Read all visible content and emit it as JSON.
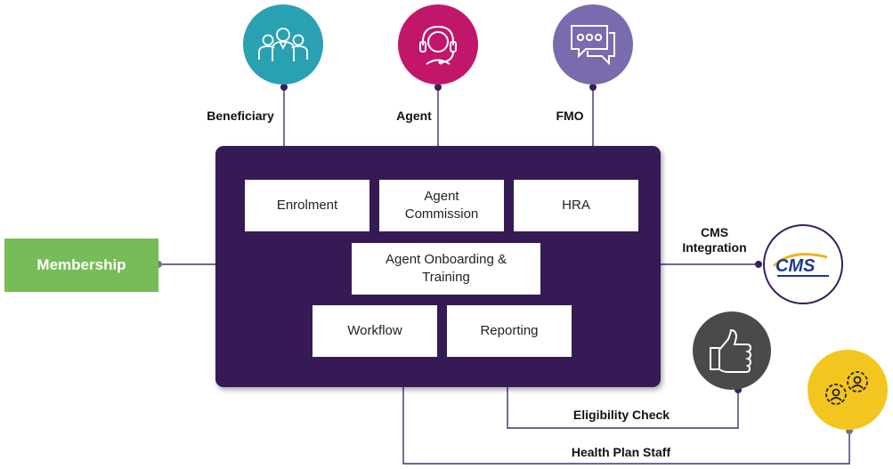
{
  "top_nodes": [
    {
      "id": "beneficiary",
      "label": "Beneficiary",
      "icon": "people-icon",
      "color": "#2aa0b3"
    },
    {
      "id": "agent",
      "label": "Agent",
      "icon": "headset-icon",
      "color": "#c2166a"
    },
    {
      "id": "fmo",
      "label": "FMO",
      "icon": "chat-bubble-icon",
      "color": "#7a6aae"
    }
  ],
  "modules": {
    "enrolment": "Enrolment",
    "agent_commission": "Agent\nCommission",
    "hra": "HRA",
    "agent_onboarding": "Agent Onboarding &\nTraining",
    "workflow": "Workflow",
    "reporting": "Reporting"
  },
  "membership": {
    "label": "Membership",
    "color": "#76bc57"
  },
  "cms": {
    "label": "CMS\nIntegration",
    "logo_text": "CMS"
  },
  "eligibility": {
    "label": "Eligibility Check",
    "icon": "thumbs-up-icon",
    "color": "#4a4a4a"
  },
  "health_plan_staff": {
    "label": "Health Plan Staff",
    "icon": "gears-people-icon",
    "color": "#f2c61f"
  },
  "colors": {
    "panel": "#361a55",
    "line": "#4a2e6b"
  }
}
